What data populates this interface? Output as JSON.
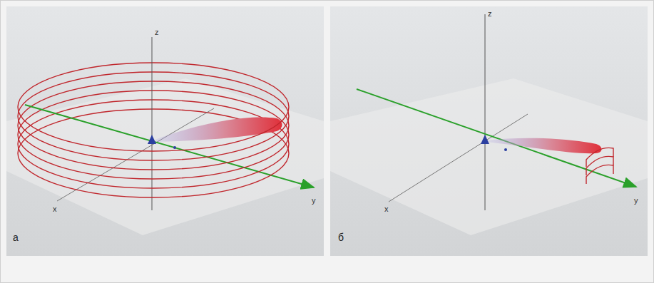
{
  "diagram": {
    "labels": [
      "z",
      "y",
      "x",
      "а",
      "z",
      "y",
      "x",
      "б"
    ]
  }
}
